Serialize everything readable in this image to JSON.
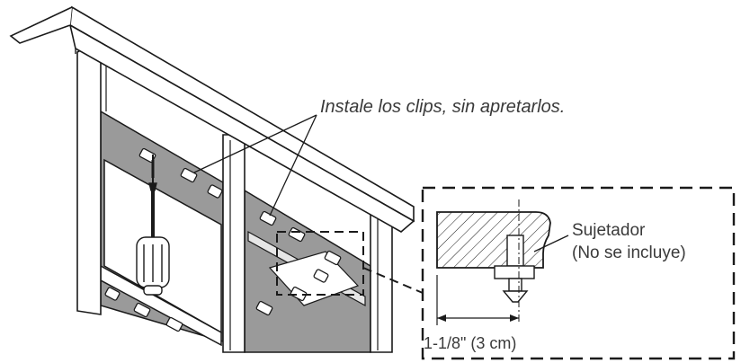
{
  "annotations": {
    "callout": "Instale los clips, sin apretarlos.",
    "fastener_line1": "Sujetador",
    "fastener_line2": "(No se incluye)",
    "dimension": "1-1/8\" (3 cm)"
  },
  "colors": {
    "line": "#1a1a1a",
    "panel_gray": "#9a9a9a",
    "text": "#3a3a3a"
  }
}
